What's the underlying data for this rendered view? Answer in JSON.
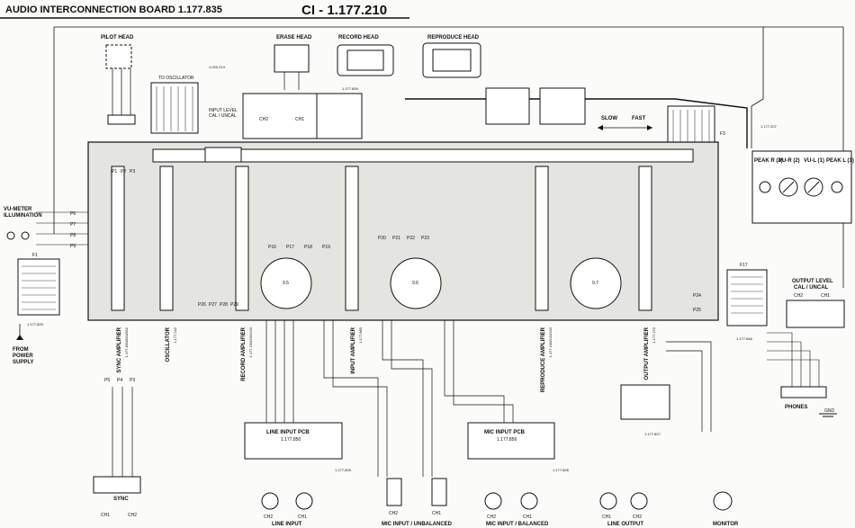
{
  "title": "AUDIO INTERCONNECTION BOARD 1.177.835",
  "ci_label": "CI - 1.177.210",
  "heads": {
    "pilot": "PILOT HEAD",
    "erase": "ERASE HEAD",
    "record": "RECORD HEAD",
    "reproduce": "REPRODUCE HEAD"
  },
  "notes": {
    "to_oscillator": "TO OSCILLATOR",
    "input_level": "INPUT LEVEL",
    "cal_uncal": "CAL / UNCAL",
    "slow": "SLOW",
    "fast": "FAST",
    "from_power_supply": [
      "FROM",
      "POWER",
      "SUPPLY"
    ],
    "vu_meter_illumination": [
      "VU-METER",
      "ILLUMINATION"
    ]
  },
  "meters": [
    "PEAK R (2)",
    "VU-R (2)",
    "VU-L (1)",
    "PEAK L (1)"
  ],
  "output_level": [
    "OUTPUT LEVEL",
    "CAL / UNCAL"
  ],
  "phones": "PHONES",
  "modules": [
    {
      "name": "SYNC AMPLIFIER",
      "num": "1.177.830/831/832"
    },
    {
      "name": "OSCILLATOR",
      "num": "1.177.242"
    },
    {
      "name": "RECORD AMPLIFIER",
      "num": "1.177.230/232/233"
    },
    {
      "name": "INPUT AMPLIFIER",
      "num": "1.177.880"
    },
    {
      "name": "REPRODUCE AMPLIFIER",
      "num": "1.177.240/241/243"
    },
    {
      "name": "OUTPUT AMPLIFIER",
      "num": "1.177.270"
    }
  ],
  "pcbs": {
    "line_input": {
      "name": "LINE INPUT PCB",
      "num": "1.177.850"
    },
    "mic_input": {
      "name": "MIC INPUT PCB",
      "num": "1.177.856"
    }
  },
  "part_numbers": [
    "1.020.213",
    "1.177.855",
    "1.177.207",
    "1.177.829",
    "1.177.826",
    "1.177.826",
    "1.177.827",
    "1.177.846",
    "1.177.856"
  ],
  "channels": {
    "ch1": "CH1",
    "ch2": "CH2"
  },
  "bottom_labels": {
    "sync": "SYNC",
    "line_input": "LINE INPUT",
    "mic_unbalanced": "MIC INPUT / UNBALANCED",
    "mic_balanced": "MIC INPUT / BALANCED",
    "line_output": "LINE OUTPUT",
    "monitor": "MONITOR"
  },
  "plugs": {
    "p_top": [
      "P1",
      "P2",
      "P3"
    ],
    "p_mid": [
      "P20",
      "P21",
      "P22",
      "P23"
    ],
    "p_lower": [
      "P16",
      "P17",
      "P18",
      "P19"
    ],
    "p_right": [
      "P24",
      "P25"
    ],
    "p_fp": [
      "P26",
      "P27",
      "P28",
      "P29"
    ],
    "sync_p": [
      "P5",
      "P4",
      "P3"
    ]
  },
  "trimmers": [
    "9.5",
    "9.6",
    "9.7"
  ],
  "pins_left": [
    "P6",
    "P7",
    "P8",
    "P9"
  ],
  "pin_block_f": "F1",
  "pin_block_f3": "F3",
  "pin_block_f17": "F17",
  "ground_label": "GND"
}
